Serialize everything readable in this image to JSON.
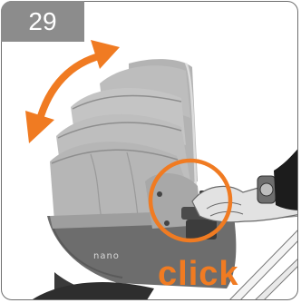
{
  "step": {
    "number": "29"
  },
  "labels": {
    "click": "click"
  },
  "colors": {
    "accent": "#f07b22",
    "badge": "#8c8c8c",
    "hood": "#b9b9b9",
    "hood_dark": "#8e8e8e",
    "body": "#6d6d6d",
    "frame": "#4a4a4a"
  },
  "icons": {
    "rotate_arrow": "double-headed-curved-arrow",
    "highlight_circle": "highlight-circle"
  }
}
